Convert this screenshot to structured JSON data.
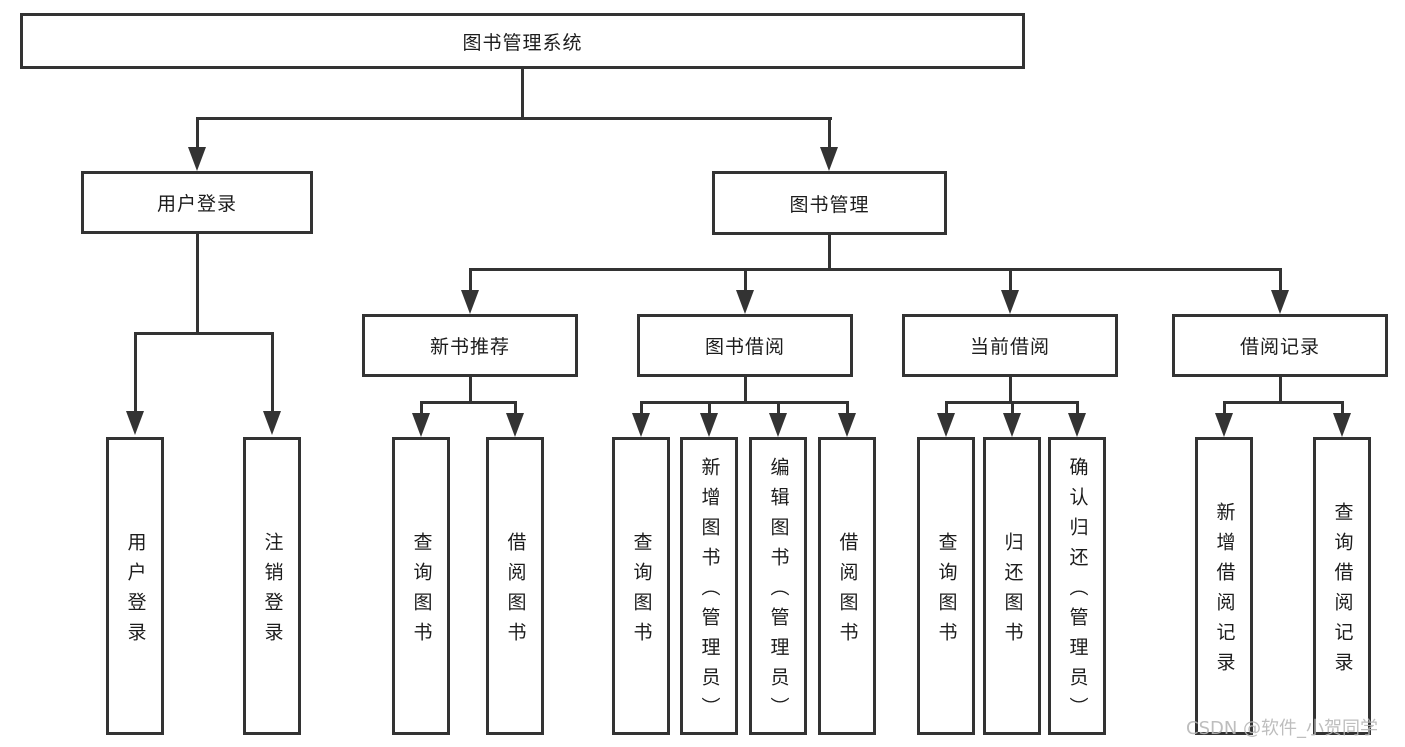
{
  "tree": {
    "label": "图书管理系统",
    "children": [
      {
        "label": "用户登录",
        "children": [
          {
            "label": "用户登录"
          },
          {
            "label": "注销登录"
          }
        ]
      },
      {
        "label": "图书管理",
        "children": [
          {
            "label": "新书推荐",
            "children": [
              {
                "label": "查询图书"
              },
              {
                "label": "借阅图书"
              }
            ]
          },
          {
            "label": "图书借阅",
            "children": [
              {
                "label": "查询图书"
              },
              {
                "label": "新增图书（管理员）"
              },
              {
                "label": "编辑图书（管理员）"
              },
              {
                "label": "借阅图书"
              }
            ]
          },
          {
            "label": "当前借阅",
            "children": [
              {
                "label": "查询图书"
              },
              {
                "label": "归还图书"
              },
              {
                "label": "确认归还（管理员）"
              }
            ]
          },
          {
            "label": "借阅记录",
            "children": [
              {
                "label": "新增借阅记录"
              },
              {
                "label": "查询借阅记录"
              }
            ]
          }
        ]
      }
    ]
  },
  "watermark": {
    "text": "CSDN @软件_小贺同学"
  },
  "colors": {
    "line": "#333333",
    "text": "#1c1c1c",
    "watermark": "#b7b7b7",
    "background": "#ffffff"
  }
}
